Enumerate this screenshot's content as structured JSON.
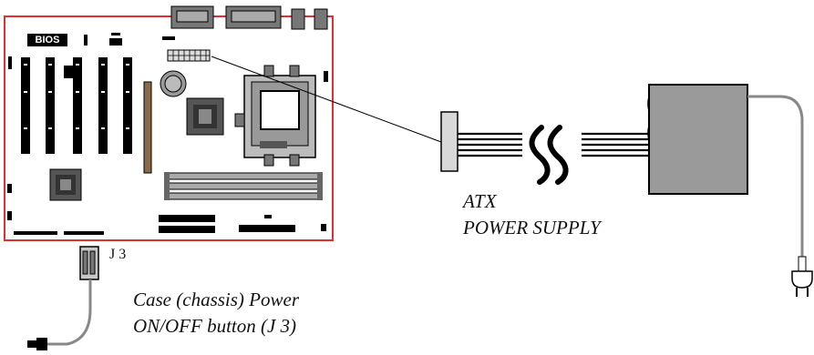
{
  "labels": {
    "bios": "BIOS",
    "j3": "J 3",
    "psu_line1": "ATX",
    "psu_line2": "POWER SUPPLY",
    "button_line1": "Case (chassis) Power",
    "button_line2": "ON/OFF button (J 3)"
  },
  "colors": {
    "board_outline": "#e03030",
    "line": "#000000",
    "psu_box": "#9a9a9a",
    "psu_connector": "#d8d8d8",
    "cable_gray": "#8a8a8a"
  }
}
